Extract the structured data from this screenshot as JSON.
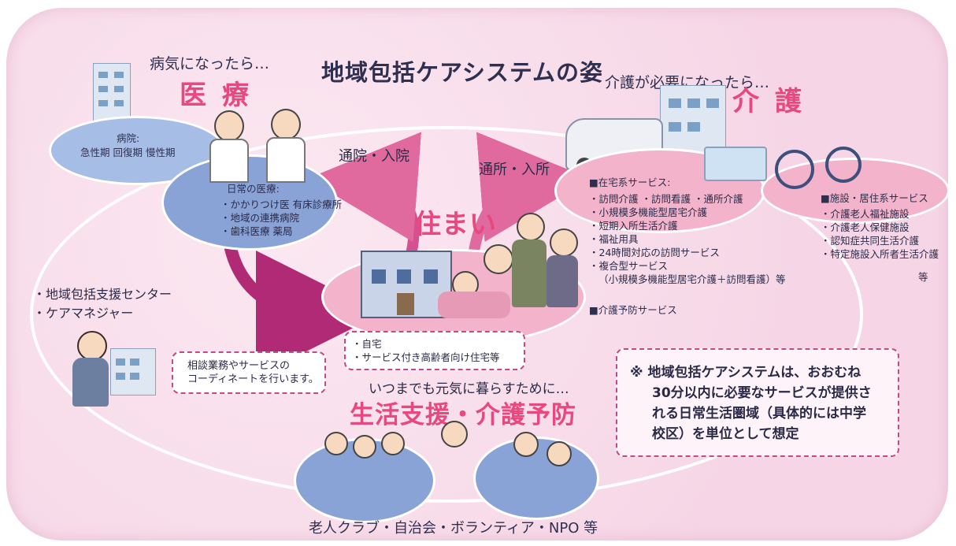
{
  "title": "地域包括ケアシステムの姿",
  "medical": {
    "lead": "病気になったら…",
    "heading": "医 療",
    "hospital": {
      "name": "病院:",
      "types": "急性期 回復期 慢性期"
    },
    "daily_title": "日常の医療:",
    "daily_items": [
      "・かかりつけ医 有床診療所",
      "・地域の連携病院",
      "・歯科医療 薬局"
    ]
  },
  "care": {
    "lead": "介護が必要になったら…",
    "heading": "介 護",
    "home_service_title": "■在宅系サービス:",
    "home_services": [
      "・訪問介護 ・訪問看護 ・通所介護",
      "・小規模多機能型居宅介護",
      "・短期入所生活介護",
      "・福祉用具",
      "・24時間対応の訪問サービス",
      "・複合型サービス",
      "（小規模多機能型居宅介護＋訪問看護）等"
    ],
    "prevention": "■介護予防サービス",
    "facility_title": "■施設・居住系サービス",
    "facility_items": [
      "・介護老人福祉施設",
      "・介護老人保健施設",
      "・認知症共同生活介護",
      "・特定施設入所者生活介護"
    ],
    "facility_suffix": "等"
  },
  "arrows": {
    "hospital": "通院・入院",
    "care": "通所・入所"
  },
  "housing": {
    "heading": "住まい",
    "items": [
      "・自宅",
      "・サービス付き高齢者向け住宅等"
    ]
  },
  "support_center": {
    "items": [
      "・地域包括支援センター",
      "・ケアマネジャー"
    ],
    "note_lines": [
      "相談業務やサービスの",
      "コーディネートを行います。"
    ]
  },
  "life_support": {
    "lead": "いつまでも元気に暮らすために…",
    "heading": "生活支援・介護予防"
  },
  "note": {
    "lines": [
      "※ 地域包括ケアシステムは、おおむね",
      "30分以内に必要なサービスが提供さ",
      "れる日常生活圏域（具体的には中学",
      "校区）を単位として想定"
    ]
  },
  "footer": "老人クラブ・自治会・ボランティア・NPO 等",
  "colors": {
    "accent_pink": "#e8487e",
    "frame_pink": "#f7dce9",
    "ellipse_blue": "#8aa3d6",
    "arrow_magenta": "#b02a76"
  }
}
